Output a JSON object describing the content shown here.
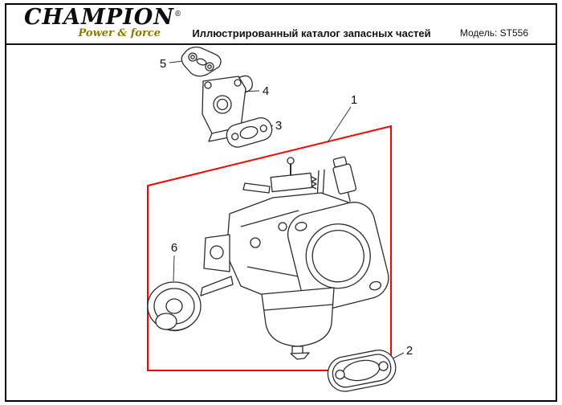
{
  "header": {
    "brand": "CHAMPION",
    "reg": "®",
    "tagline": "Power & force",
    "title": "Иллюстрированный каталог запасных частей",
    "model": "Модель: ST556"
  },
  "diagram": {
    "description": "Exploded parts view of carburetor assembly with numbered callouts",
    "callouts": [
      "1",
      "2",
      "3",
      "4",
      "5",
      "6"
    ]
  },
  "colors": {
    "highlight_box": "#ff0000",
    "tagline_gold": "#8a7a00",
    "line_art": "#2b2b2b"
  }
}
